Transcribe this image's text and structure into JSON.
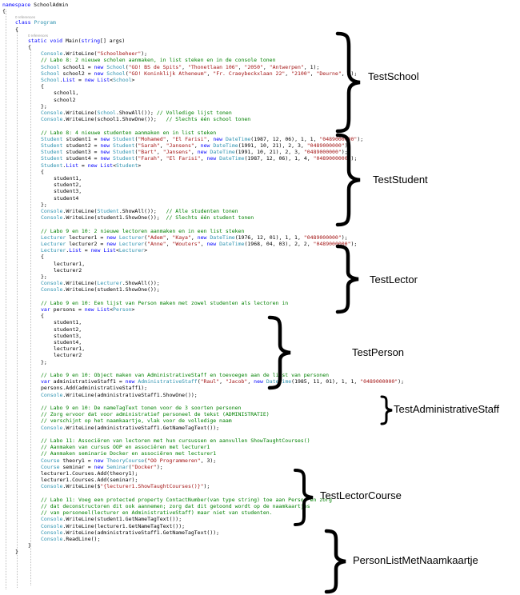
{
  "code": {
    "lines": [
      "namespace SchoolAdmin",
      "{",
      "0 references",
      "class Program",
      "{",
      "0 references",
      "static void Main(string[] args)",
      "{",
      "Console.WriteLine(\"Schoolbeheer\");",
      "// Labo 8: 2 nieuwe scholen aanmaken, in list steken en in de console tonen",
      "School school1 = new School(\"GO! BS de Spits\", \"Thonetlaan 106\", \"2050\", \"Antwerpen\", 1);",
      "School school2 = new School(\"GO! Koninklijk Atheneum\", \"Fr. Craeybeckxlaan 22\", \"2100\", \"Deurne\", 2);",
      "School.List = new List<School>",
      "{",
      "school1,",
      "school2",
      "};",
      "Console.WriteLine(School.ShowAll()); // Volledige lijst tonen",
      "Console.WriteLine(school1.ShowOne());   // Slechts één school tonen",
      "",
      "// Labo 8: 4 nieuwe studenten aanmaken en in list steken",
      "Student student1 = new Student(\"Mohamed\", \"El Farisi\", new DateTime(1987, 12, 06), 1, 1, \"0489000000\");",
      "Student student2 = new Student(\"Sarah\", \"Jansens\", new DateTime(1991, 10, 21), 2, 3, \"0489000000\");",
      "Student student3 = new Student(\"Bart\", \"Jansens\", new DateTime(1991, 10, 21), 2, 3, \"0489000000\");",
      "Student student4 = new Student(\"Farah\", \"El Farisi\", new DateTime(1987, 12, 06), 1, 4, \"0489000000\");",
      "Student.List = new List<Student>",
      "{",
      "student1,",
      "student2,",
      "student3,",
      "student4",
      "};",
      "Console.WriteLine(Student.ShowAll());   // Alle studenten tonen",
      "Console.WriteLine(student1.ShowOne());  // Slechts één student tonen",
      "",
      "// Labo 9 en 10: 2 nieuwe lectoren aanmaken en in een list steken",
      "Lecturer lecturer1 = new Lecturer(\"Adem\", \"Kaya\", new DateTime(1976, 12, 01), 1, 1, \"0489000000\");",
      "Lecturer lecturer2 = new Lecturer(\"Anne\", \"Wouters\", new DateTime(1968, 04, 03), 2, 2, \"0489000000\");",
      "Lecturer.List = new List<Lecturer>",
      "{",
      "lecturer1,",
      "lecturer2",
      "};",
      "Console.WriteLine(Lecturer.ShowAll());",
      "Console.WriteLine(student1.ShowOne());",
      "",
      "// Labo 9 en 10: Een lijst van Person maken met zowel studenten als lectoren in",
      "var persons = new List<Person>",
      "{",
      "student1,",
      "student2,",
      "student3,",
      "student4,",
      "lecturer1,",
      "lecturer2",
      "};",
      "",
      "// Labo 9 en 10: Object maken van AdministrativeStaff en toevoegen aan de lijst van personen",
      "var administrativeStaff1 = new AdministrativeStaff(\"Raul\", \"Jacob\", new DateTime(1985, 11, 01), 1, 1, \"0489000000\");",
      "persons.Add(administrativeStaff1);",
      "Console.WriteLine(administrativeStaff1.ShowOne());",
      "",
      "// Labo 9 en 10: De nameTagText tonen voor de 3 soorten personen",
      "// Zorg ervoor dat voor administratief personeel de tekst (ADMINISTRATIE)",
      "// verschijnt op het naamkaartje, vlak voor de volledige naam",
      "Console.WriteLine(administrativeStaff1.GetNameTagText());",
      "",
      "// Labo 11: Associëren van lectoren met hun cursussen en aanvullen ShowTaughtCourses()",
      "// Aanmaken van cursus OOP en associëren met lecturer1",
      "// Aanmaken seminarie Docker en associëren met lecturer1",
      "Course theory1 = new TheoryCourse(\"OO Programmeren\", 3);",
      "Course seminar = new Seminar(\"Docker\");",
      "lecturer1.Courses.Add(theory1);",
      "lecturer1.Courses.Add(seminar);",
      "Console.WriteLine($\"{lecturer1.ShowTaughtCourses()}\");",
      "",
      "// Labo 11: Voeg een protected property ContactNumber(van type string) toe aan Person en zorg",
      "// dat deconstructoren dit ook aannemen; zorg dat dit getoond wordt op de naamkaartjes",
      "// van personeel(lecturer en AdministrativeStaff) maar niet van studenten.",
      "Console.WriteLine(student1.GetNameTagText());",
      "Console.WriteLine(lecturer1.GetNameTagText());",
      "Console.WriteLine(administrativeStaff1.GetNameTagText());",
      "Console.ReadLine();",
      "}",
      "}"
    ]
  },
  "annotations": [
    {
      "label": "TestSchool"
    },
    {
      "label": "TestStudent"
    },
    {
      "label": "TestLector"
    },
    {
      "label": "TestPerson"
    },
    {
      "label": "TestAdministrativeStaff"
    },
    {
      "label": "TestLectorCourse"
    },
    {
      "label": "PersonListMetNaamkaartje"
    }
  ]
}
